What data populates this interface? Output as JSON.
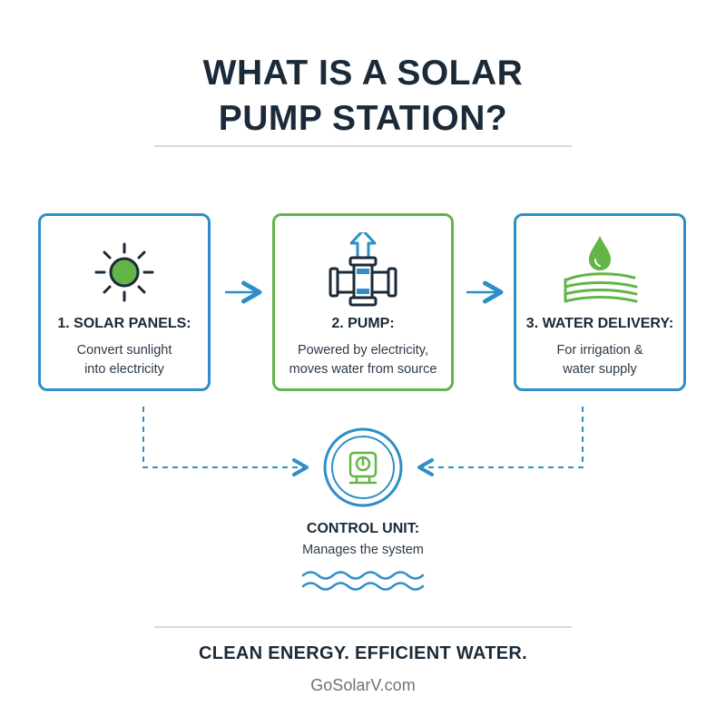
{
  "title": {
    "line1": "WHAT IS A SOLAR",
    "line2": "PUMP STATION?"
  },
  "colors": {
    "blue": "#2f8ec7",
    "green": "#62b546",
    "dark": "#1b2a38"
  },
  "cards": [
    {
      "heading": "1. SOLAR PANELS:",
      "line1": "Convert sunlight",
      "line2": "into electricity",
      "icon": "sun-icon"
    },
    {
      "heading": "2. PUMP:",
      "line1": "Powered by electricity,",
      "line2": "moves water from source",
      "icon": "pump-icon"
    },
    {
      "heading": "3. WATER DELIVERY:",
      "line1": "For irrigation &",
      "line2": "water supply",
      "icon": "water-drop-field-icon"
    }
  ],
  "control": {
    "heading": "CONTROL UNIT:",
    "desc": "Manages the system",
    "icon": "control-unit-icon"
  },
  "footer": {
    "tagline": "CLEAN ENERGY. EFFICIENT WATER.",
    "site": "GoSolarV.com"
  }
}
